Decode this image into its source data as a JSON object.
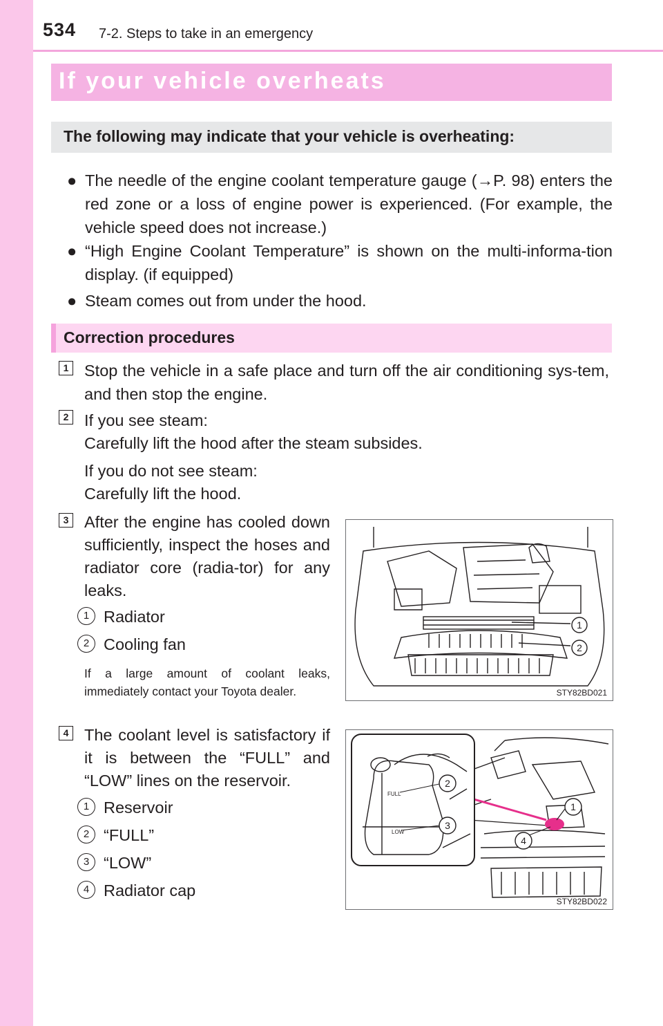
{
  "header": {
    "page_number": "534",
    "chapter": "7-2. Steps to take in an emergency"
  },
  "title": "If your vehicle overheats",
  "indicators": {
    "heading": "The following may indicate that your vehicle is overheating:",
    "bullet_char": "●",
    "items": [
      "The needle of the engine coolant temperature gauge (→P. 98) enters the red zone or a loss of engine power is experienced. (For example, the vehicle speed does not increase.)",
      "“High Engine Coolant Temperature” is shown on the multi-informa-tion display. (if equipped)",
      "Steam comes out from under the hood."
    ]
  },
  "correction": {
    "heading": "Correction procedures",
    "step1": {
      "num": "1",
      "text": "Stop the vehicle in a safe place and turn off the air conditioning sys-tem, and then stop the engine."
    },
    "step2": {
      "num": "2",
      "line1": "If you see steam:",
      "line2": "Carefully lift the hood after the steam subsides.",
      "line3": "If you do not see steam:",
      "line4": "Carefully lift the hood."
    },
    "step3": {
      "num": "3",
      "text": "After the engine has cooled down sufficiently, inspect the hoses and radiator core (radia-tor) for any leaks.",
      "labels": [
        {
          "num": "1",
          "text": "Radiator"
        },
        {
          "num": "2",
          "text": "Cooling fan"
        }
      ],
      "note": "If a large amount of coolant leaks, immediately contact your Toyota dealer.",
      "figure_id": "STY82BD021"
    },
    "step4": {
      "num": "4",
      "text": "The coolant level is satisfactory if it is between the “FULL” and “LOW” lines on the reservoir.",
      "labels": [
        {
          "num": "1",
          "text": "Reservoir"
        },
        {
          "num": "2",
          "text": "“FULL”"
        },
        {
          "num": "3",
          "text": "“LOW”"
        },
        {
          "num": "4",
          "text": "Radiator cap"
        }
      ],
      "figure_id": "STY82BD022",
      "reservoir_marks": {
        "full": "FULL",
        "low": "LOW"
      }
    }
  },
  "colors": {
    "sidebar": "#fbc7ea",
    "title_bar": "#f5b3e3",
    "section_bar": "#fdd6f1",
    "gray_bar": "#e6e7e8"
  }
}
